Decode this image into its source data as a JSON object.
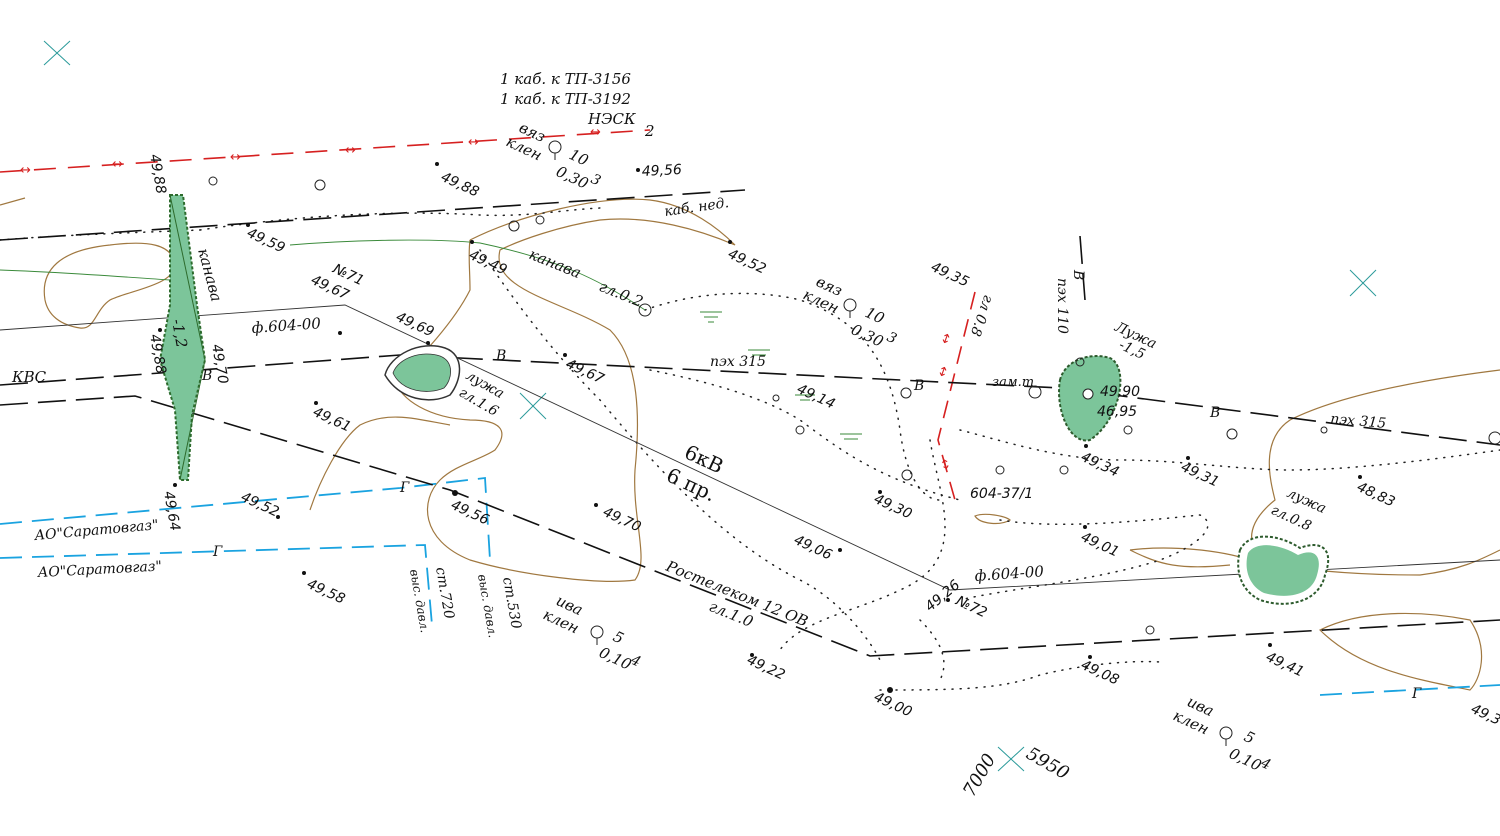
{
  "map": {
    "colors": {
      "pipe_gas": "#1aa3e0",
      "power_cable": "#d62020",
      "contour": "#a07840",
      "water_fill": "#7cc59a",
      "ditch_green": "#3a8a3a",
      "grid_cross": "#2a9a9a"
    },
    "cables": {
      "line1": "1 каб. к ТП-3156",
      "line2": "1 каб. к ТП-3192",
      "owner": "НЭСК",
      "count": "2",
      "cable_ned": "каб. нед."
    },
    "trees": [
      {
        "species1": "вяз",
        "species2": "клен",
        "num": "10",
        "den": "0,30",
        "count": "3"
      },
      {
        "species1": "вяз",
        "species2": "клен",
        "num": "10",
        "den": "0,30",
        "count": "3"
      },
      {
        "species1": "ива",
        "species2": "клен",
        "num": "5",
        "den": "0,10",
        "count": "4"
      },
      {
        "species1": "ива",
        "species2": "клен",
        "num": "5",
        "den": "0,10",
        "count": "4"
      }
    ],
    "elevations": [
      "49,88",
      "49,56",
      "49,88",
      "49,59",
      "49,49",
      "49,52",
      "49,35",
      "49,67",
      "49,69",
      "49,67",
      "49,88",
      "49,70",
      "49,61",
      "49,14",
      "49,30",
      "49,64",
      "49,52",
      "49,56",
      "49,70",
      "49,58",
      "49,06",
      "49,26",
      "49,22",
      "49,00",
      "49,34",
      "49,31",
      "48,83",
      "49,01",
      "49,08",
      "49,41",
      "49,3"
    ],
    "labels": {
      "ditch1": "канава",
      "ditch2": "канава",
      "ditch2_depth": "гл.0.2",
      "ditch_depth_val": "-1,2",
      "kvs": "КВС",
      "v1": "В",
      "v2": "В",
      "v3": "В",
      "v4": "В",
      "v5": "В",
      "g1": "Г",
      "g2": "Г",
      "g3": "Г",
      "f604_1": "ф.604-00",
      "f604_2": "ф.604-00",
      "n71": "№71",
      "n72": "№72",
      "puddle1_a": "лужа",
      "puddle1_b": "гл.1.6",
      "puddle2_a": "Лужа",
      "puddle2_b": "-1,5",
      "puddle3_a": "лужа",
      "puddle3_b": "гл.0.8",
      "peh315_1": "пэх 315",
      "peh315_2": "пэх 315",
      "peh110": "пэх 110",
      "gl08": "гл 0.8",
      "zam": "зам.т",
      "p4990": "49,90",
      "p4695": "46,95",
      "voltage": "6кВ",
      "wires": "6 пр.",
      "pole": "604-37/1",
      "saratov1": "АО\"Саратовгаз\"",
      "saratov2": "АО\"Саратовгаз\"",
      "st720": "ст.720",
      "st530": "ст.530",
      "hp1": "выс. давл.",
      "hp2": "выс. давл.",
      "rostel": "Ростелеком 12 ОВ",
      "rostel_gl": "гл.1.0",
      "coord1": "7000",
      "coord2": "5950"
    }
  }
}
